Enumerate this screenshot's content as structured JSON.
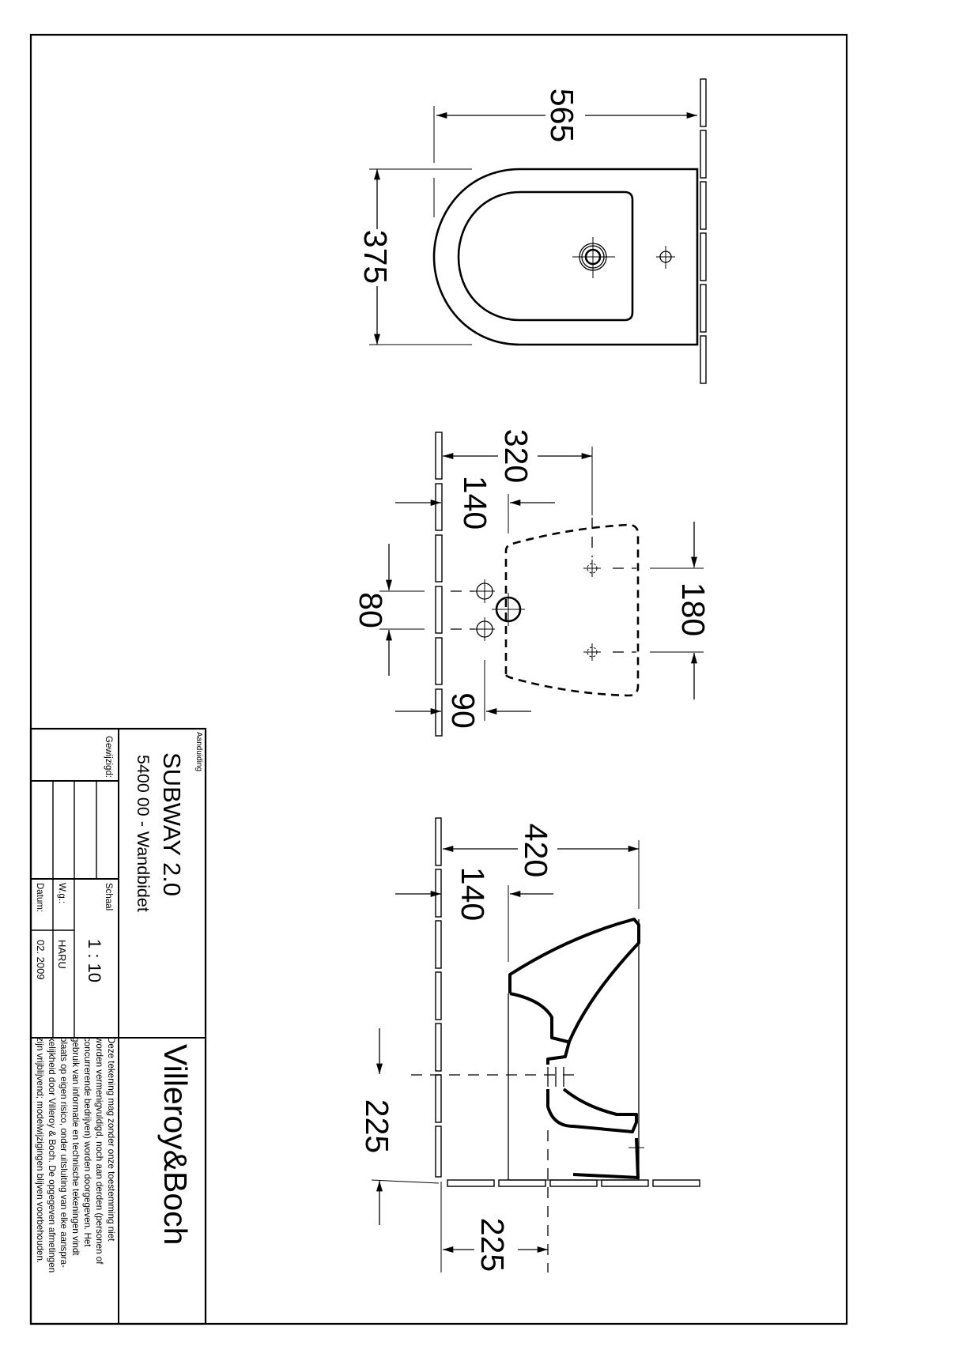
{
  "title_block": {
    "designation_label": "Aanduiding",
    "product_name": "SUBWAY 2.0",
    "product_code": "5400 00 - Wandbidet",
    "changed_label": "Gewijzigd:",
    "scale_label": "Schaal",
    "scale_value": "1 : 10",
    "drawn_label": "W.g.:",
    "drawn_value": "HARU",
    "date_label": "Datum:",
    "date_value": "02. 2009",
    "brand": "Villeroy&Boch",
    "disclaimer": [
      "Deze tekening mag zonder onze toestemming niet",
      "worden vermenigvuldigd, noch aan derden  (personen of",
      "concurrerende bedrijven) worden doorgegeven. Het",
      "gebruik van informatie en technische tekeningen  vindt",
      "plaats op eigen risico, onder uitsluiting van elke aanspra-",
      "kelijkheid door Villeroy & Boch. De opgegeven afmetingen",
      "zijn vrijblijvend; modelwijzigingen blijven voorbehouden."
    ]
  },
  "dimensions": {
    "top_length": "565",
    "top_width": "375",
    "front_depth": "320",
    "front_offset": "140",
    "front_hole_spacing": "80",
    "front_bolt_spacing": "180",
    "front_bottom_offset": "90",
    "side_length": "420",
    "side_offset": "140",
    "side_height": "225",
    "side_drain": "225"
  }
}
